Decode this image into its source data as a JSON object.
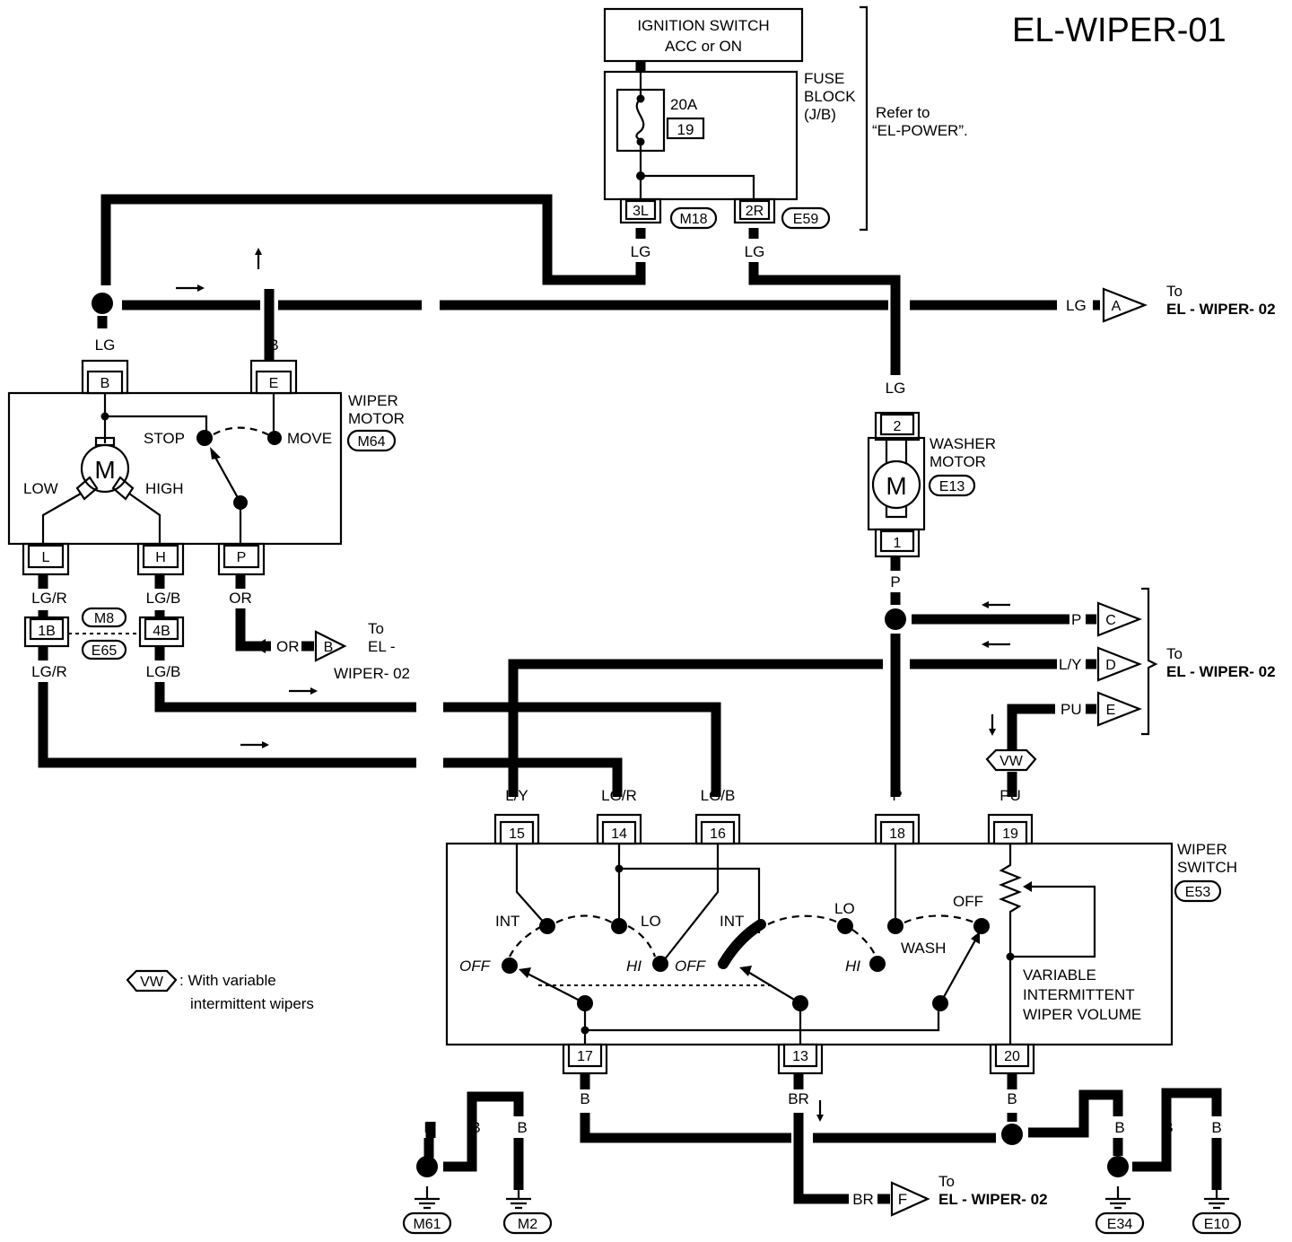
{
  "page_title": "EL-WIPER-01",
  "ignition": {
    "line1": "IGNITION SWITCH",
    "line2": "ACC or ON"
  },
  "fuse_block": {
    "l1": "FUSE",
    "l2": "BLOCK",
    "l3": "(J/B)",
    "rating": "20A",
    "number": "19"
  },
  "refer": {
    "l1": "Refer to",
    "l2": "“EL-POWER”."
  },
  "connector_ids": {
    "m18": "M18",
    "e59": "E59",
    "m64": "M64",
    "e13": "E13",
    "e53": "E53",
    "m8": "M8",
    "e65": "E65",
    "m61": "M61",
    "m2": "M2",
    "e34": "E34",
    "e10": "E10",
    "vw": "VW"
  },
  "pins": {
    "p3l": "3L",
    "p2r": "2R",
    "pB": "B",
    "pE": "E",
    "pL": "L",
    "pH": "H",
    "pP": "P",
    "p1B": "1B",
    "p4B": "4B",
    "p2": "2",
    "p1": "1",
    "p15": "15",
    "p14": "14",
    "p16": "16",
    "p18": "18",
    "p19": "19",
    "p17": "17",
    "p13": "13",
    "p20": "20"
  },
  "wire_colors": {
    "lg": "LG",
    "b": "B",
    "lgr": "LG/R",
    "lgb": "LG/B",
    "or": "OR",
    "p": "P",
    "ly": "L/Y",
    "pu": "PU",
    "br": "BR"
  },
  "wiper_motor": {
    "l1": "WIPER",
    "l2": "MOTOR",
    "stop": "STOP",
    "move": "MOVE",
    "low": "LOW",
    "high": "HIGH",
    "m": "M"
  },
  "washer_motor": {
    "l1": "WASHER",
    "l2": "MOTOR",
    "m": "M"
  },
  "wiper_switch": {
    "l1": "WIPER",
    "l2": "SWITCH",
    "int": "INT",
    "lo": "LO",
    "off": "OFF",
    "hi": "HI",
    "wash": "WASH",
    "var1": "VARIABLE",
    "var2": "INTERMITTENT",
    "var3": "WIPER VOLUME"
  },
  "offpage": {
    "a": "A",
    "b": "B",
    "c": "C",
    "d": "D",
    "e": "E",
    "f": "F",
    "to": "To",
    "el": "EL -",
    "dest": "EL - WIPER- 02",
    "wiper02": "WIPER- 02"
  },
  "legend": {
    "l1": ": With variable",
    "l2": "intermittent wipers"
  }
}
